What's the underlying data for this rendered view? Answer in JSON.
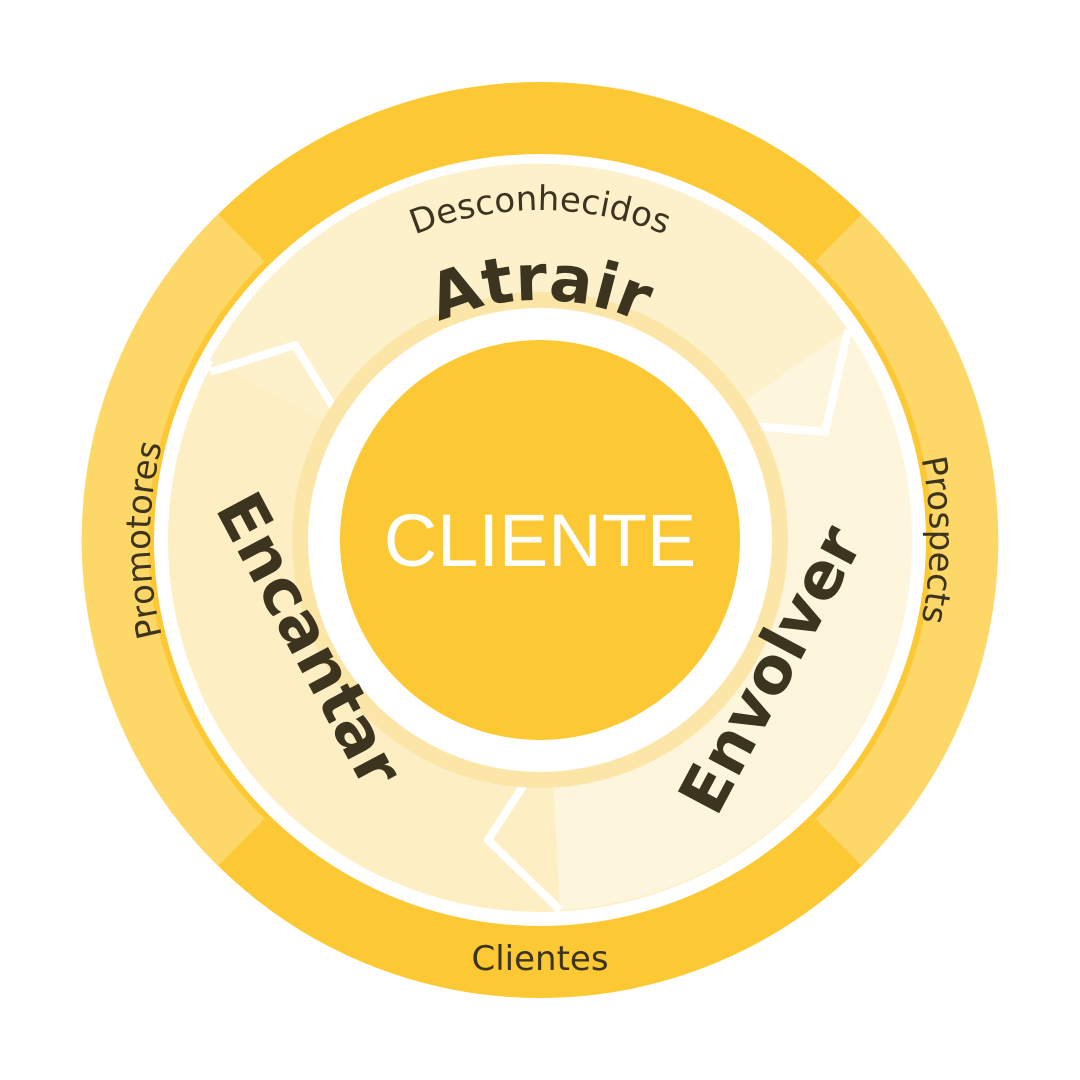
{
  "center": {
    "label": "CLIENTE"
  },
  "stages": {
    "attract": "Atrair",
    "engage": "Envolver",
    "delight": "Encantar"
  },
  "audiences": {
    "top": "Desconhecidos",
    "right": "Prospects",
    "bottom": "Clientes",
    "left": "Promotores"
  },
  "colors": {
    "outer_ring": "#fcc934",
    "outer_ring_light": "#fdd767",
    "stage_attract": "#fdf1cc",
    "stage_engage": "#fef5dd",
    "stage_delight": "#fdefc3",
    "center": "#fcc934",
    "text_dark": "#3d3420"
  }
}
